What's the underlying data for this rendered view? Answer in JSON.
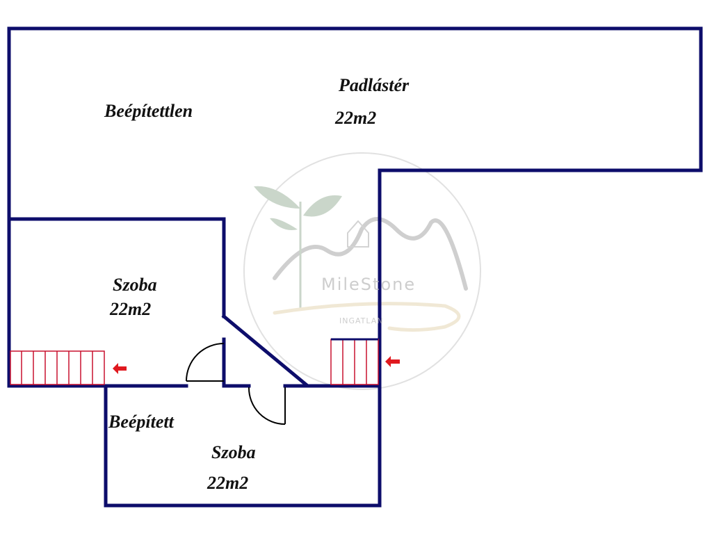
{
  "colors": {
    "wall": "#0d0d6b",
    "stair": "#c8102e",
    "arrow": "#e0191f",
    "door": "#000000",
    "watermark": "#bdbdbd",
    "watermark_leaf": "#9fb59f",
    "watermark_swoosh": "#e5d7b3"
  },
  "labels": {
    "attic_unbuilt": "Beépítettlen",
    "attic_name": "Padlástér",
    "attic_area": "22m2",
    "room1_name": "Szoba",
    "room1_area": "22m2",
    "built_in": "Beépített",
    "room2_name": "Szoba",
    "room2_area": "22m2"
  },
  "watermark": {
    "brand": "MileStone",
    "sub": "INGATLAN"
  },
  "icons": {
    "stairs": "stairs-icon",
    "arrow": "red-arrow-icon",
    "door": "door-swing-icon",
    "logo": "milestone-logo-icon"
  }
}
